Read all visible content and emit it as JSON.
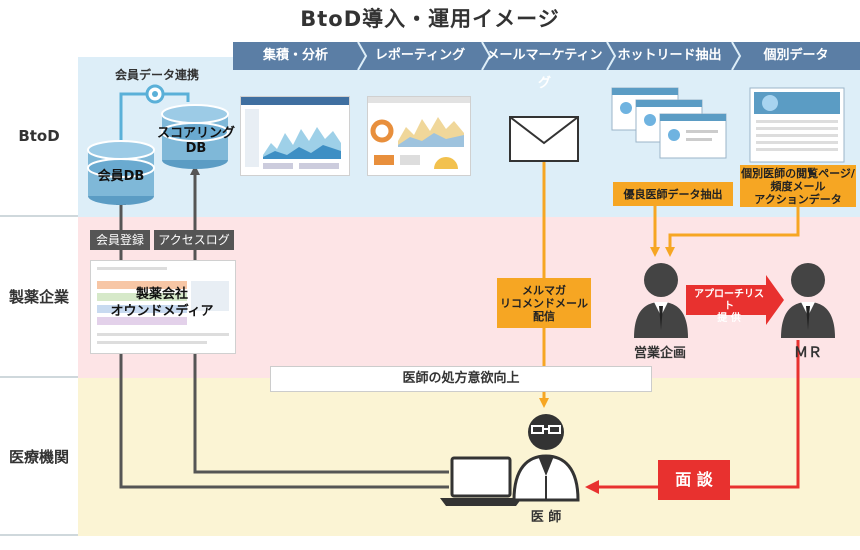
{
  "title": "BtoD導入・運用イメージ",
  "rows": {
    "btod": "BtoD",
    "pharma": "製薬企業",
    "medical": "医療機関"
  },
  "tabs": [
    "集積・分析",
    "レポーティング",
    "メールマーケティング",
    "ホットリード抽出",
    "個別データ"
  ],
  "db": {
    "link_label": "会員データ連携",
    "member_db": "会員DB",
    "scoring_db_line1": "スコアリング",
    "scoring_db_line2": "DB"
  },
  "labels": {
    "member_registration": "会員登録",
    "access_log": "アクセスログ",
    "owned_media_line1": "製薬会社",
    "owned_media_line2": "オウンドメディア",
    "good_doctor": "優良医師データ抽出",
    "doctor_view_line1": "個別医師の閲覧ページ/",
    "doctor_view_line2": "頻度メール",
    "doctor_view_line3": "アクションデータ",
    "mailmag_line1": "メルマガ",
    "mailmag_line2": "リコメンドメール",
    "mailmag_line3": "配信",
    "sales_planning": "営業企画",
    "approach_line1": "アプローチリスト",
    "approach_line2": "提 供",
    "mr": "ＭＲ",
    "motivation": "医師の処方意欲向上",
    "interview": "面 談",
    "doctor": "医 師"
  },
  "colors": {
    "btod_band": "#ddeef8",
    "pharma_band": "#fde4e6",
    "medical_band": "#fbf4d4",
    "tab_bar": "#5b7ea5",
    "orange": "#f6a623",
    "red": "#e8312f",
    "db_blue": "#7fb8d8",
    "dark_gray": "#555555"
  }
}
